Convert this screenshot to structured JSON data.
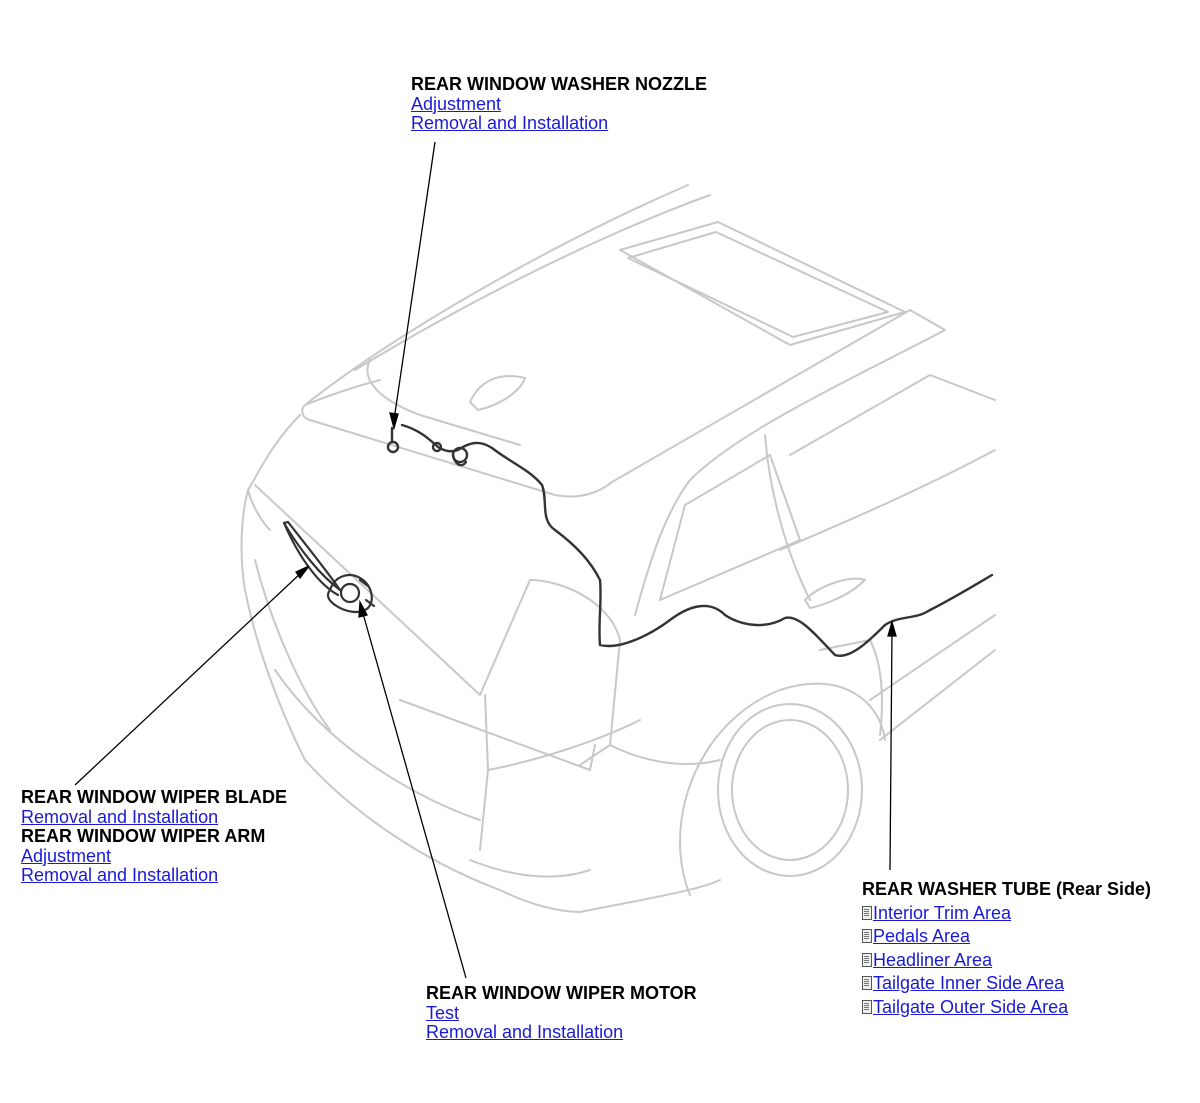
{
  "callouts": {
    "washer_nozzle": {
      "title": "REAR WINDOW WASHER NOZZLE",
      "links": [
        "Adjustment",
        "Removal and Installation"
      ]
    },
    "wiper_blade": {
      "title": "REAR WINDOW WIPER BLADE",
      "links": [
        "Removal and Installation"
      ]
    },
    "wiper_arm": {
      "title": "REAR WINDOW WIPER ARM",
      "links": [
        "Adjustment",
        "Removal and Installation"
      ]
    },
    "wiper_motor": {
      "title": "REAR WINDOW WIPER MOTOR",
      "links": [
        "Test",
        "Removal and Installation"
      ]
    },
    "washer_tube": {
      "title": "REAR WASHER TUBE (Rear Side)",
      "links": [
        "Interior Trim Area",
        "Pedals Area",
        "Headliner Area",
        "Tailgate Inner Side Area",
        "Tailgate Outer Side Area"
      ],
      "link_icon": "connector-icon"
    }
  },
  "colors": {
    "link": "#1a1ad6",
    "body_outline": "#c8c8c8",
    "part_outline": "#333333",
    "leader_line": "#000000"
  }
}
